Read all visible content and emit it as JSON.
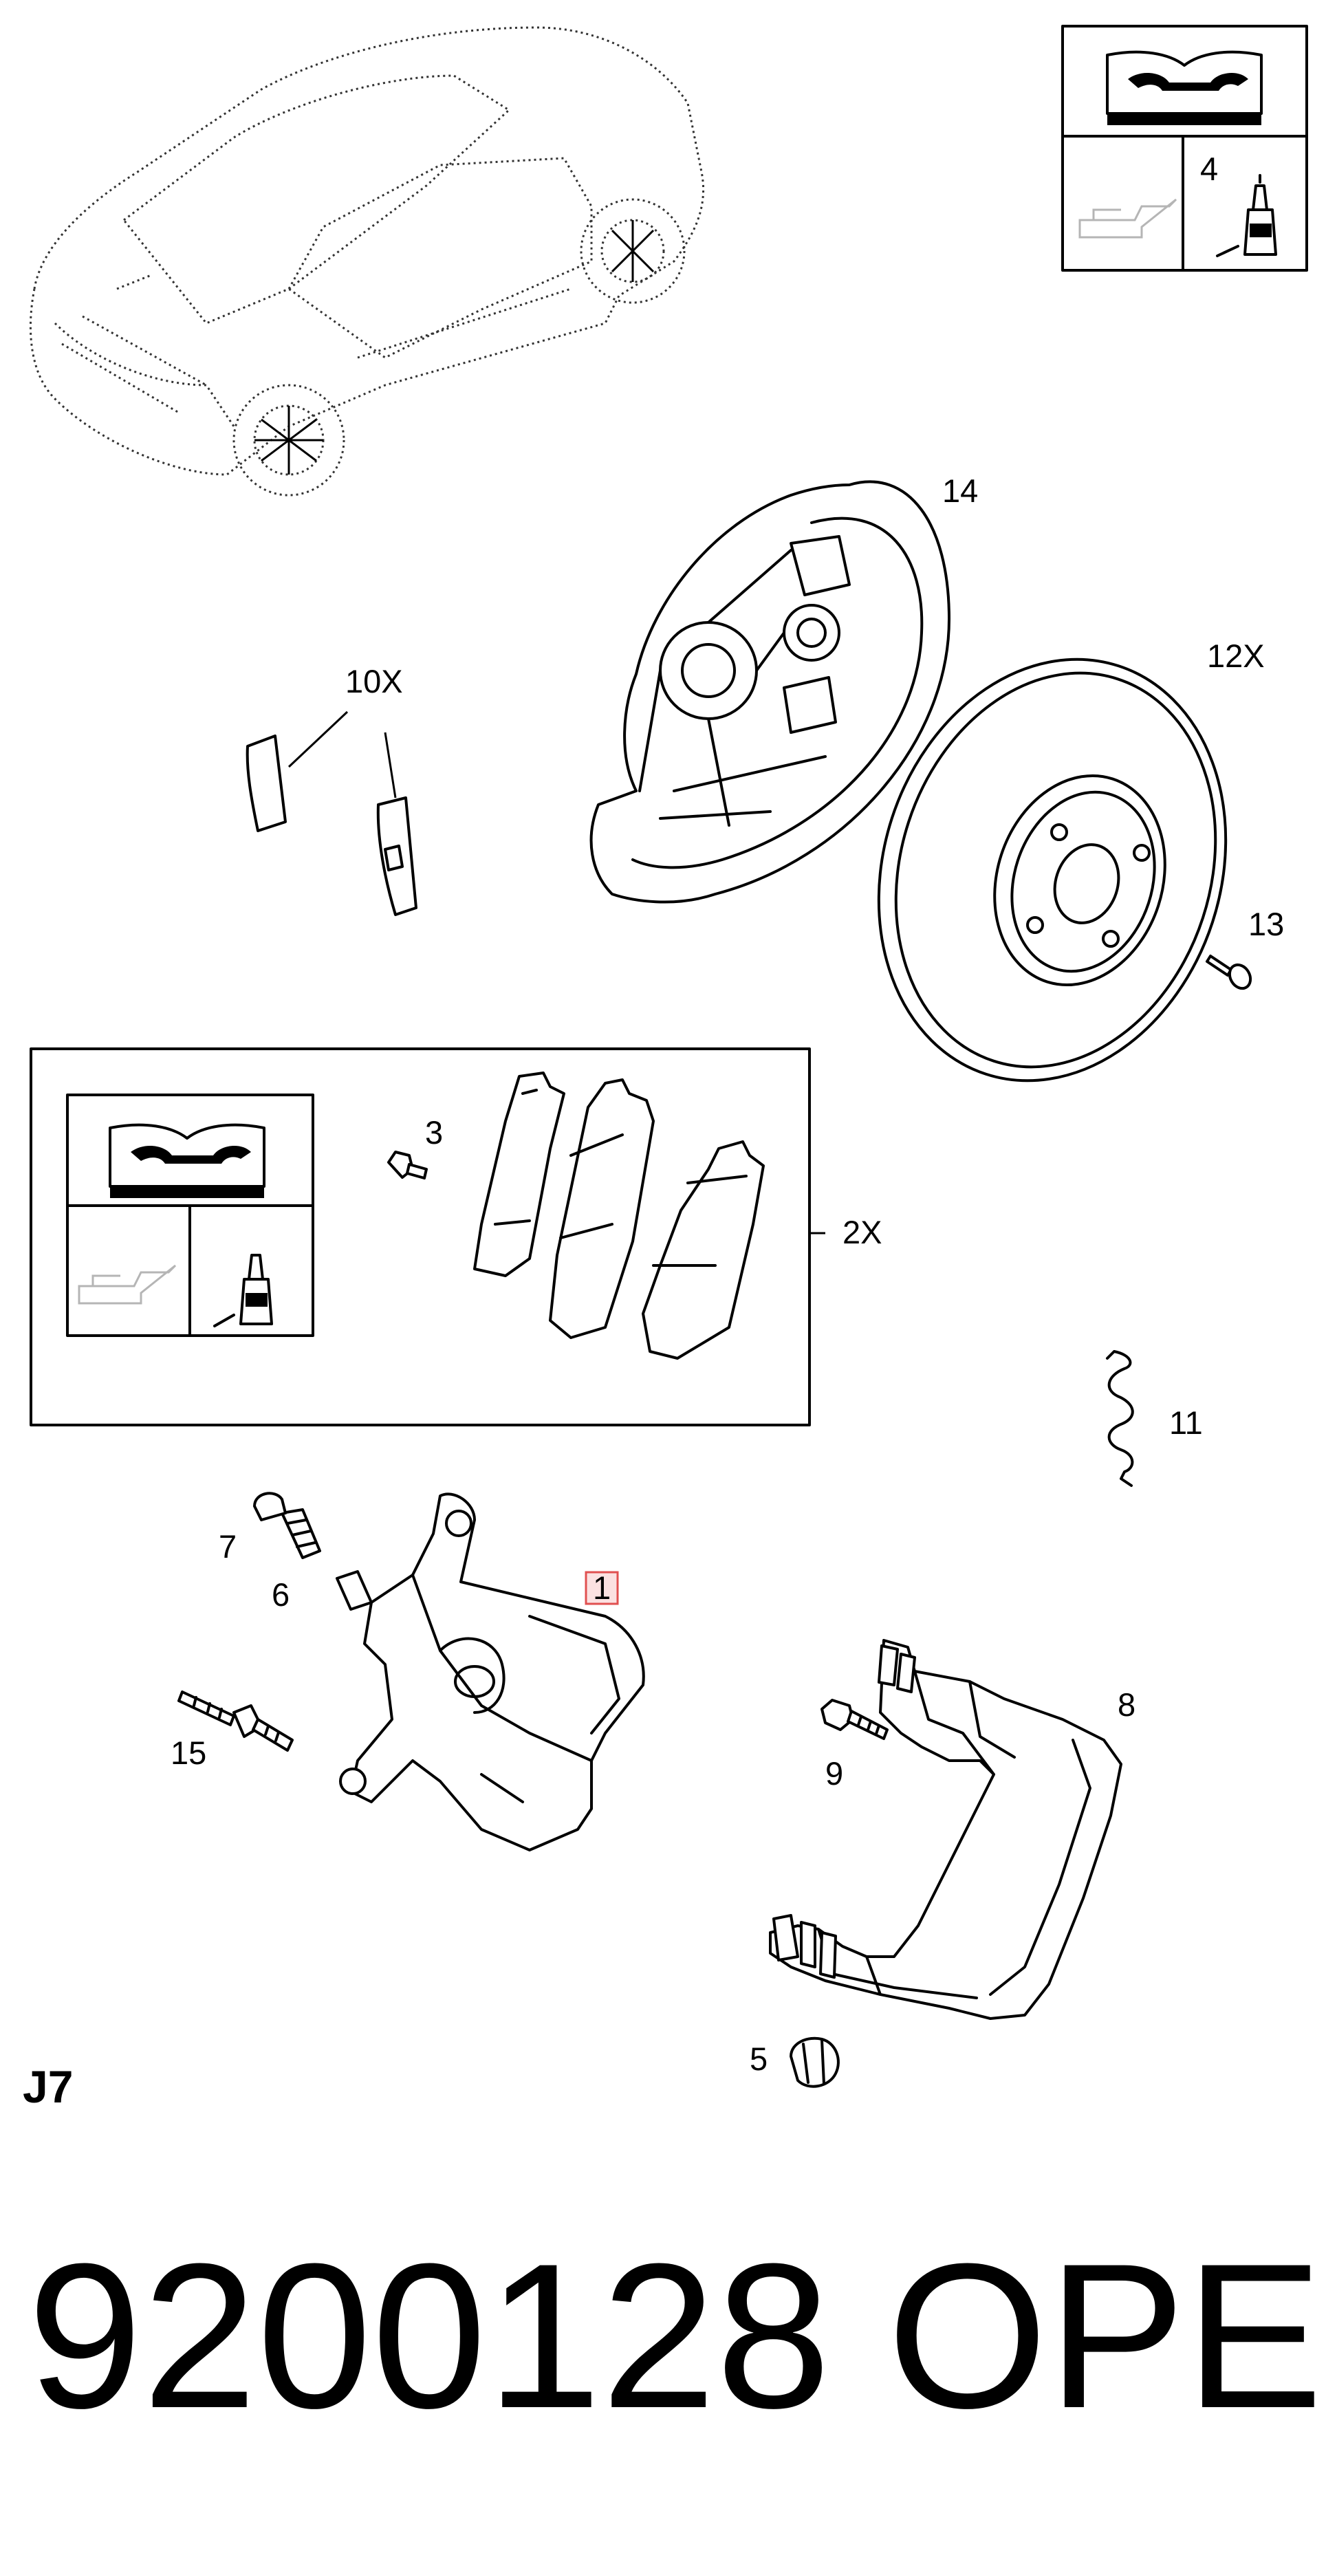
{
  "diagram": {
    "callouts": {
      "c1": "1",
      "c2": "2X",
      "c3": "3",
      "c4": "4",
      "c5": "5",
      "c6": "6",
      "c7": "7",
      "c8": "8",
      "c9": "9",
      "c10": "10X",
      "c11": "11",
      "c12": "12X",
      "c13": "13",
      "c14": "14",
      "c15": "15"
    },
    "sheet_code": "J7",
    "part_number": "9200128",
    "brand": "OPEL"
  },
  "colors": {
    "highlight_box": "#e05050",
    "highlight_fill": "#fbe1e1",
    "line": "#000000",
    "muted": "#b5b5b5"
  }
}
